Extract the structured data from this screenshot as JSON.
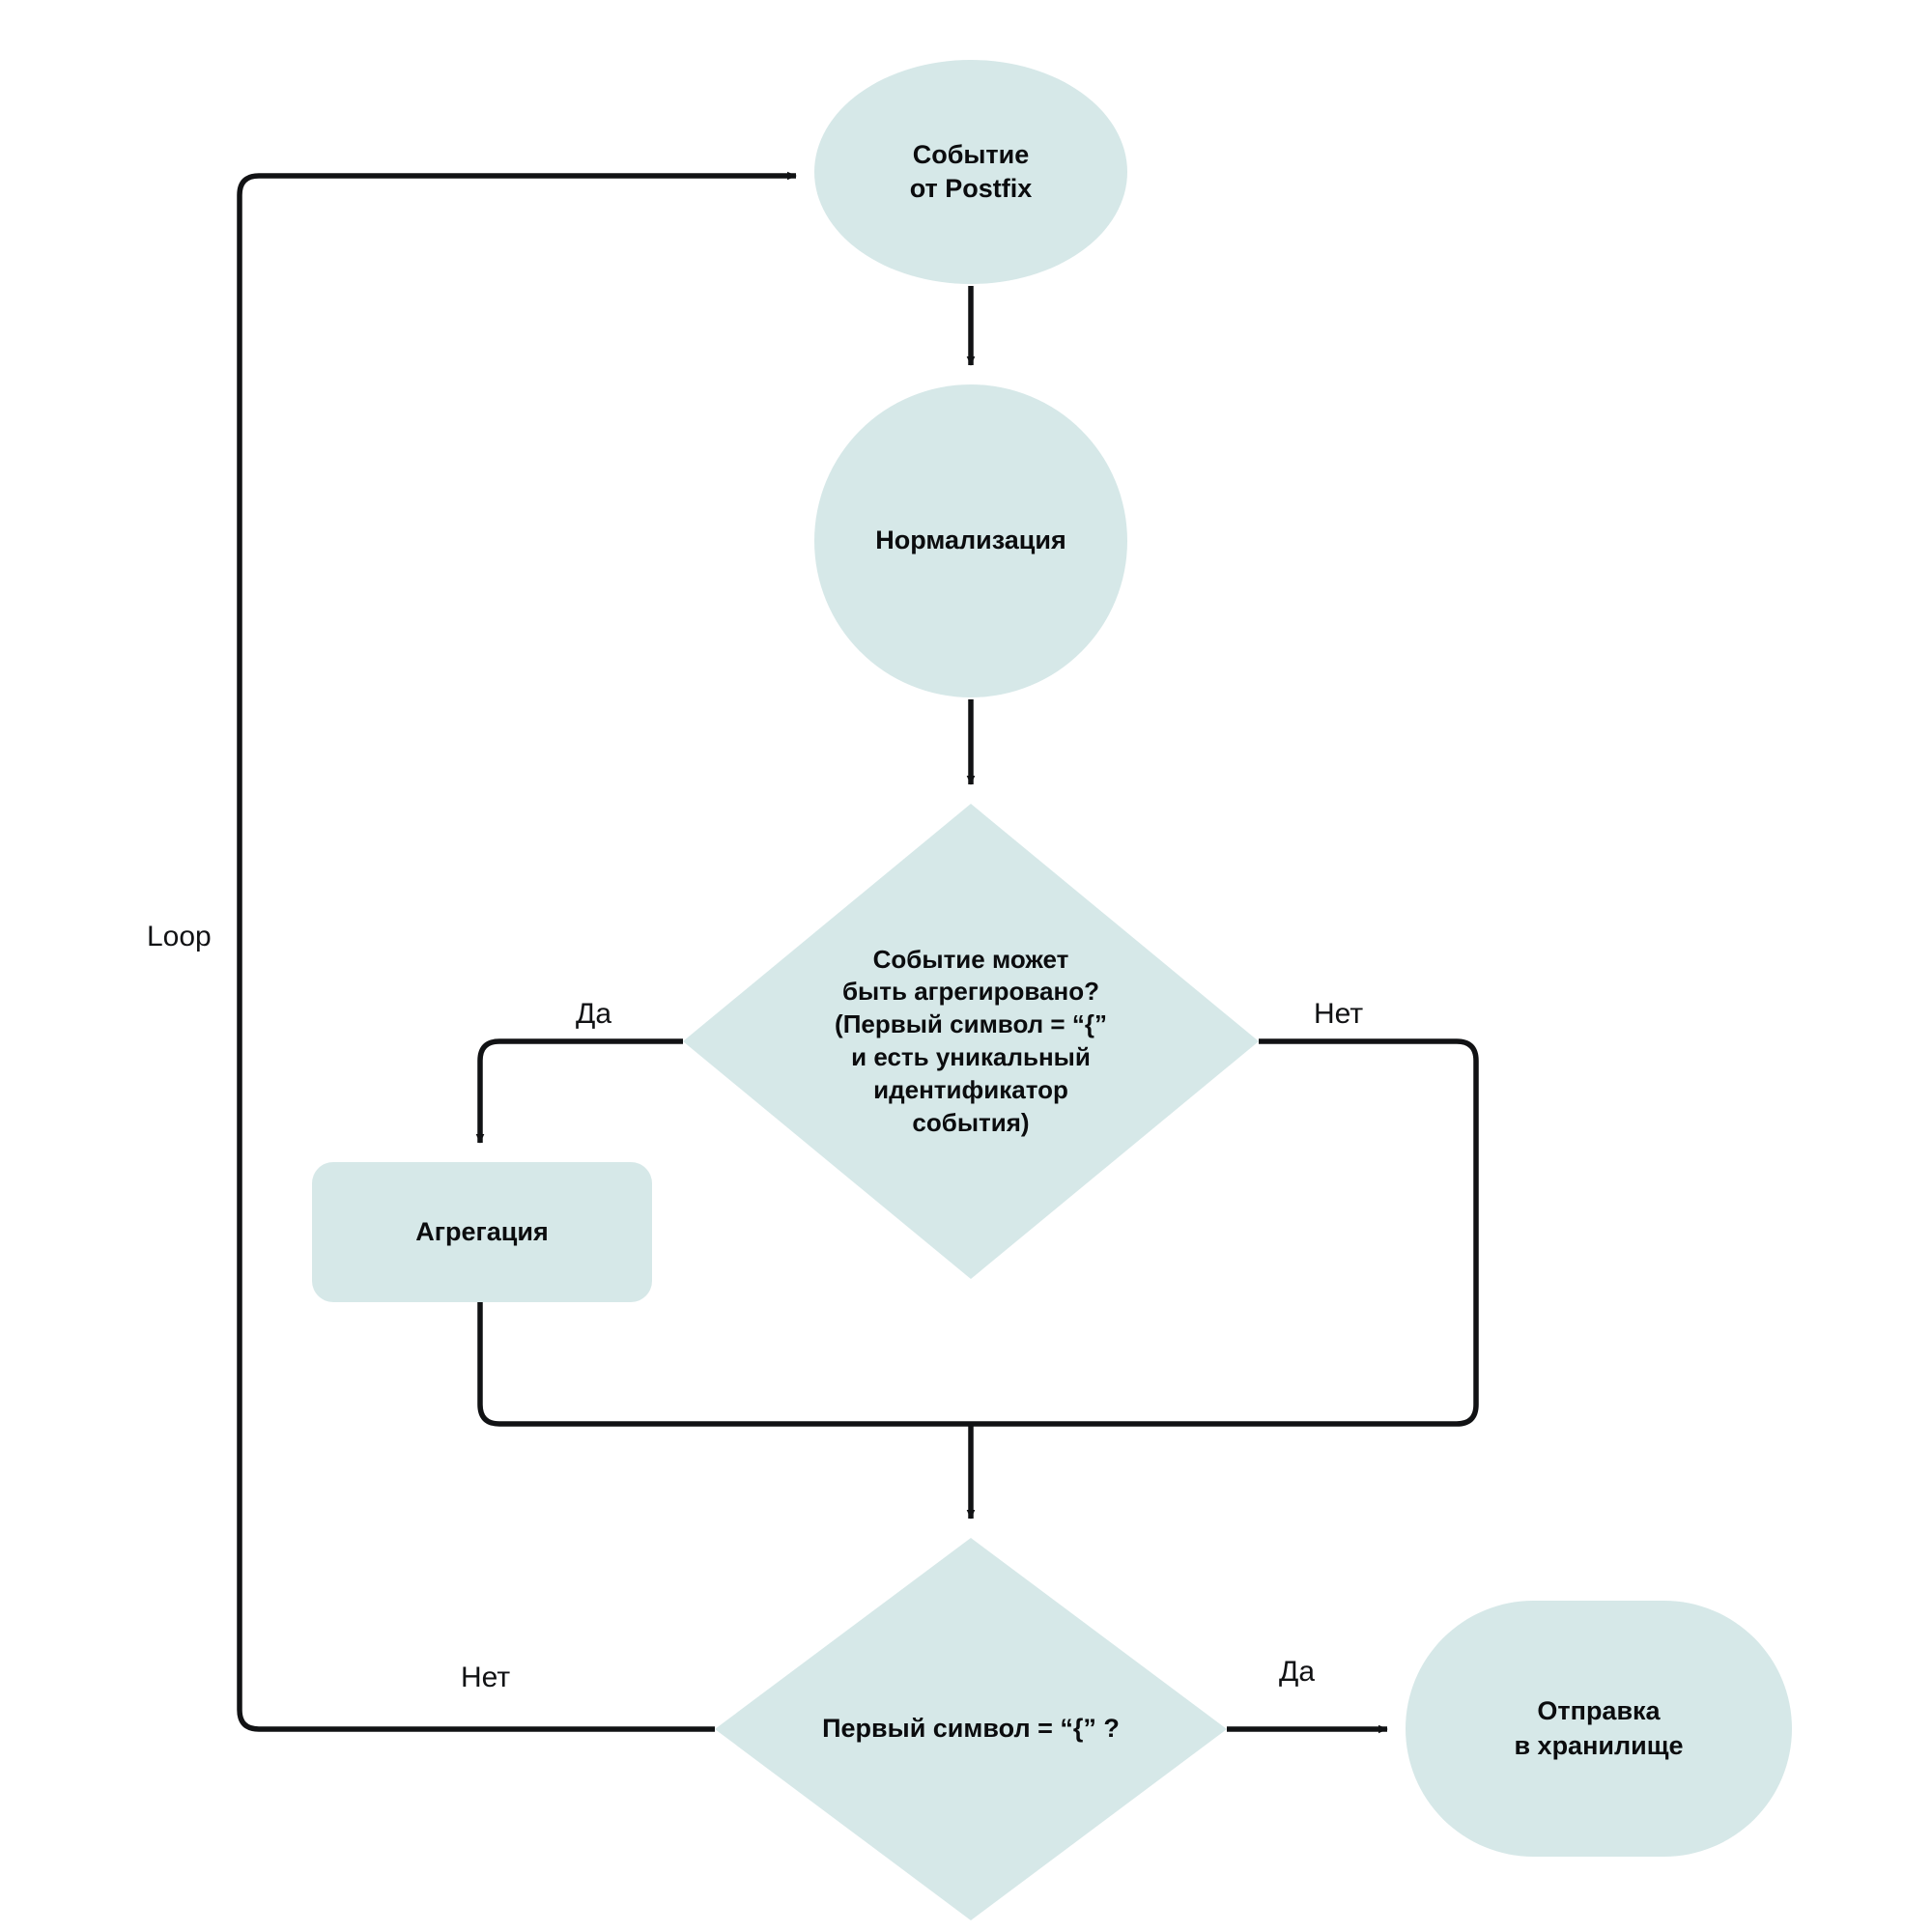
{
  "diagram": {
    "title": "Postfix event processing flowchart",
    "background_color": "#ffffff",
    "node_fill_color": "#d6e8e8",
    "edge_color": "#111214",
    "text_color": "#0b0c0e"
  },
  "nodes": [
    {
      "id": "event-source",
      "shape": "ellipse",
      "label": "Событие\nот Postfix"
    },
    {
      "id": "normalization",
      "shape": "circle",
      "label": "Нормализация"
    },
    {
      "id": "decision-aggregable",
      "shape": "diamond",
      "label": "Событие может\nбыть агрегировано?\n(Первый символ  = “{”\nи есть уникальный\nидентификатор\nсобытия)"
    },
    {
      "id": "aggregation",
      "shape": "rounded-rect",
      "label": "Агрегация"
    },
    {
      "id": "decision-first-char",
      "shape": "diamond",
      "label": "Первый символ  = “{” ?"
    },
    {
      "id": "send-to-storage",
      "shape": "stadium",
      "label": "Отправка\nв хранилище"
    }
  ],
  "edge_labels": {
    "loop": "Loop",
    "aggregable_yes": "Да",
    "aggregable_no": "Нет",
    "first_char_no": "Нет",
    "first_char_yes": "Да"
  },
  "edges": [
    {
      "from": "loop-return",
      "to": "event-source",
      "label": "Loop"
    },
    {
      "from": "event-source",
      "to": "normalization",
      "label": ""
    },
    {
      "from": "normalization",
      "to": "decision-aggregable",
      "label": ""
    },
    {
      "from": "decision-aggregable",
      "to": "aggregation",
      "label": "Да"
    },
    {
      "from": "decision-aggregable",
      "to": "merge",
      "label": "Нет"
    },
    {
      "from": "aggregation",
      "to": "merge",
      "label": ""
    },
    {
      "from": "merge",
      "to": "decision-first-char",
      "label": ""
    },
    {
      "from": "decision-first-char",
      "to": "send-to-storage",
      "label": "Да"
    },
    {
      "from": "decision-first-char",
      "to": "event-source",
      "label": "Нет"
    }
  ]
}
